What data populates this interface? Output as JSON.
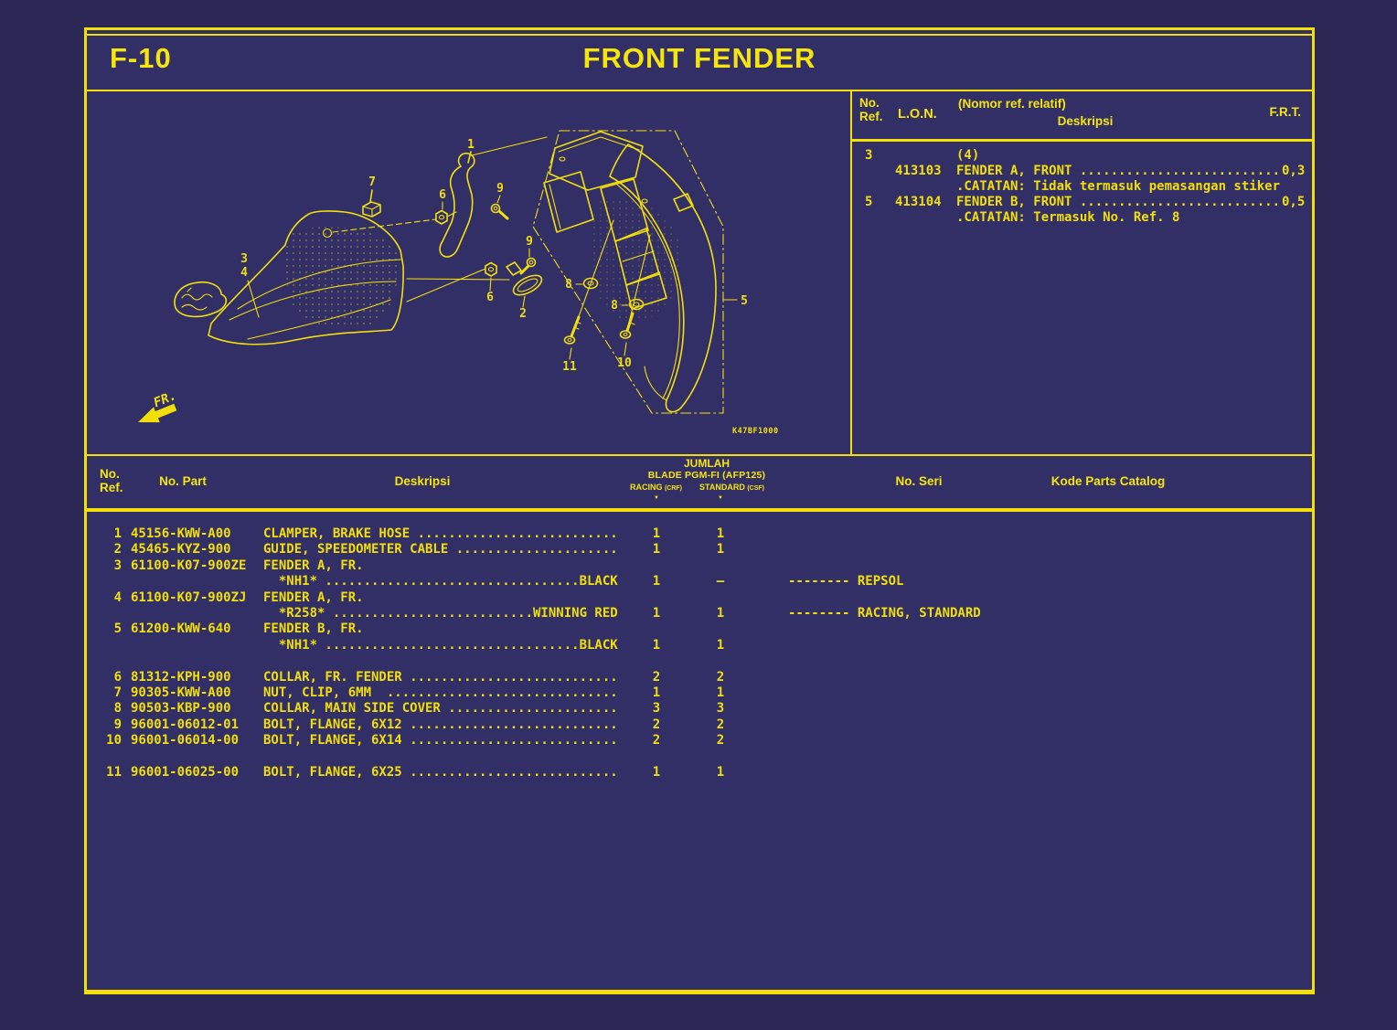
{
  "colors": {
    "background_outer": "#2b2855",
    "panel": "#322f67",
    "accent_yellow": "#f2df0a"
  },
  "page": {
    "code": "F-10",
    "title": "FRONT FENDER"
  },
  "lon_table": {
    "headers": {
      "no": "No.",
      "ref": "Ref.",
      "lon": "L.O.N.",
      "relatif": "(Nomor ref. relatif)",
      "deskripsi": "Deskripsi",
      "frt": "F.R.T."
    },
    "rows": [
      {
        "ref": "3",
        "lon": "",
        "desc": "(4)",
        "frt": ""
      },
      {
        "ref": "",
        "lon": "413103",
        "desc": "FENDER A, FRONT ..........................",
        "frt": "0,3"
      },
      {
        "ref": "",
        "lon": "",
        "desc": ".CATATAN: Tidak termasuk pemasangan stiker",
        "frt": ""
      },
      {
        "ref": "5",
        "lon": "413104",
        "desc": "FENDER B, FRONT ..........................",
        "frt": "0,5"
      },
      {
        "ref": "",
        "lon": "",
        "desc": ".CATATAN: Termasuk No. Ref. 8",
        "frt": ""
      }
    ]
  },
  "parts_table": {
    "headers": {
      "no": "No.",
      "ref": "Ref.",
      "part": "No. Part",
      "deskripsi": "Deskripsi",
      "jumlah": "JUMLAH",
      "model": "BLADE PGM-FI (AFP125)",
      "col1": "RACING",
      "col1_code": "(CRF)",
      "col2": "STANDARD",
      "col2_code": "(CSF)",
      "mark": "▼",
      "seri": "No. Seri",
      "katalog": "Kode Parts Catalog"
    },
    "rows": [
      {
        "ref": "1",
        "part": "45156-KWW-A00",
        "desc": "CLAMPER, BRAKE HOSE ..........................",
        "qty1": "1",
        "qty2": "1",
        "seri": ""
      },
      {
        "ref": "2",
        "part": "45465-KYZ-900",
        "desc": "GUIDE, SPEEDOMETER CABLE .....................",
        "qty1": "1",
        "qty2": "1",
        "seri": ""
      },
      {
        "ref": "3",
        "part": "61100-K07-900ZE",
        "desc": "FENDER A, FR.",
        "qty1": "",
        "qty2": "",
        "seri": ""
      },
      {
        "ref": "",
        "part": "",
        "desc": "  *NH1* .................................BLACK",
        "qty1": "1",
        "qty2": "–",
        "seri": "-------- REPSOL"
      },
      {
        "ref": "4",
        "part": "61100-K07-900ZJ",
        "desc": "FENDER A, FR.",
        "qty1": "",
        "qty2": "",
        "seri": ""
      },
      {
        "ref": "",
        "part": "",
        "desc": "  *R258* ..........................WINNING RED",
        "qty1": "1",
        "qty2": "1",
        "seri": "-------- RACING, STANDARD"
      },
      {
        "ref": "5",
        "part": "61200-KWW-640",
        "desc": "FENDER B, FR.",
        "qty1": "",
        "qty2": "",
        "seri": ""
      },
      {
        "ref": "",
        "part": "",
        "desc": "  *NH1* .................................BLACK",
        "qty1": "1",
        "qty2": "1",
        "seri": ""
      },
      {
        "ref": "6",
        "part": "81312-KPH-900",
        "desc": "COLLAR, FR. FENDER ...........................",
        "qty1": "2",
        "qty2": "2",
        "seri": ""
      },
      {
        "ref": "7",
        "part": "90305-KWW-A00",
        "desc": "NUT, CLIP, 6MM  ..............................",
        "qty1": "1",
        "qty2": "1",
        "seri": ""
      },
      {
        "ref": "8",
        "part": "90503-KBP-900",
        "desc": "COLLAR, MAIN SIDE COVER ......................",
        "qty1": "3",
        "qty2": "3",
        "seri": ""
      },
      {
        "ref": "9",
        "part": "96001-06012-01",
        "desc": "BOLT, FLANGE, 6X12 ...........................",
        "qty1": "2",
        "qty2": "2",
        "seri": ""
      },
      {
        "ref": "10",
        "part": "96001-06014-00",
        "desc": "BOLT, FLANGE, 6X14 ...........................",
        "qty1": "2",
        "qty2": "2",
        "seri": ""
      },
      {
        "ref": "11",
        "part": "96001-06025-00",
        "desc": "BOLT, FLANGE, 6X25 ...........................",
        "qty1": "1",
        "qty2": "1",
        "seri": ""
      }
    ]
  },
  "diagram": {
    "fr_label": "FR.",
    "plate_code": "K47BF1000",
    "callouts": {
      "1": "1",
      "2": "2",
      "3": "3",
      "4": "4",
      "5": "5",
      "6": "6",
      "7": "7",
      "8": "8",
      "9": "9",
      "10": "10",
      "11": "11"
    }
  }
}
